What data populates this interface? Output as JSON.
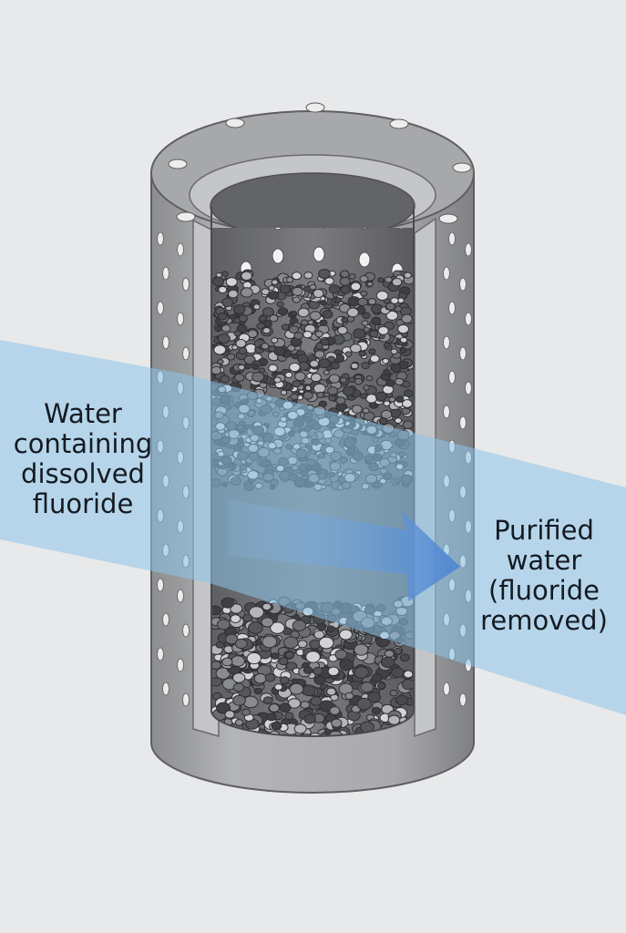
{
  "labels": {
    "inlet": [
      "Water",
      "containing",
      "dissolved",
      "fluoride"
    ],
    "outlet": [
      "Purified",
      "water",
      "(fluoride",
      "removed)"
    ]
  },
  "colors": {
    "background": "#e8e9ea",
    "housing": "#a4a5a7",
    "housing_dark": "#8d8e90",
    "inner_shell": "#6e6f72",
    "media_dark": "#4a4b4e",
    "media_light": "#c9cacc",
    "water_band": "#8cc4ea",
    "water_arrow": "#5a8fd6",
    "text": "#141a22"
  }
}
